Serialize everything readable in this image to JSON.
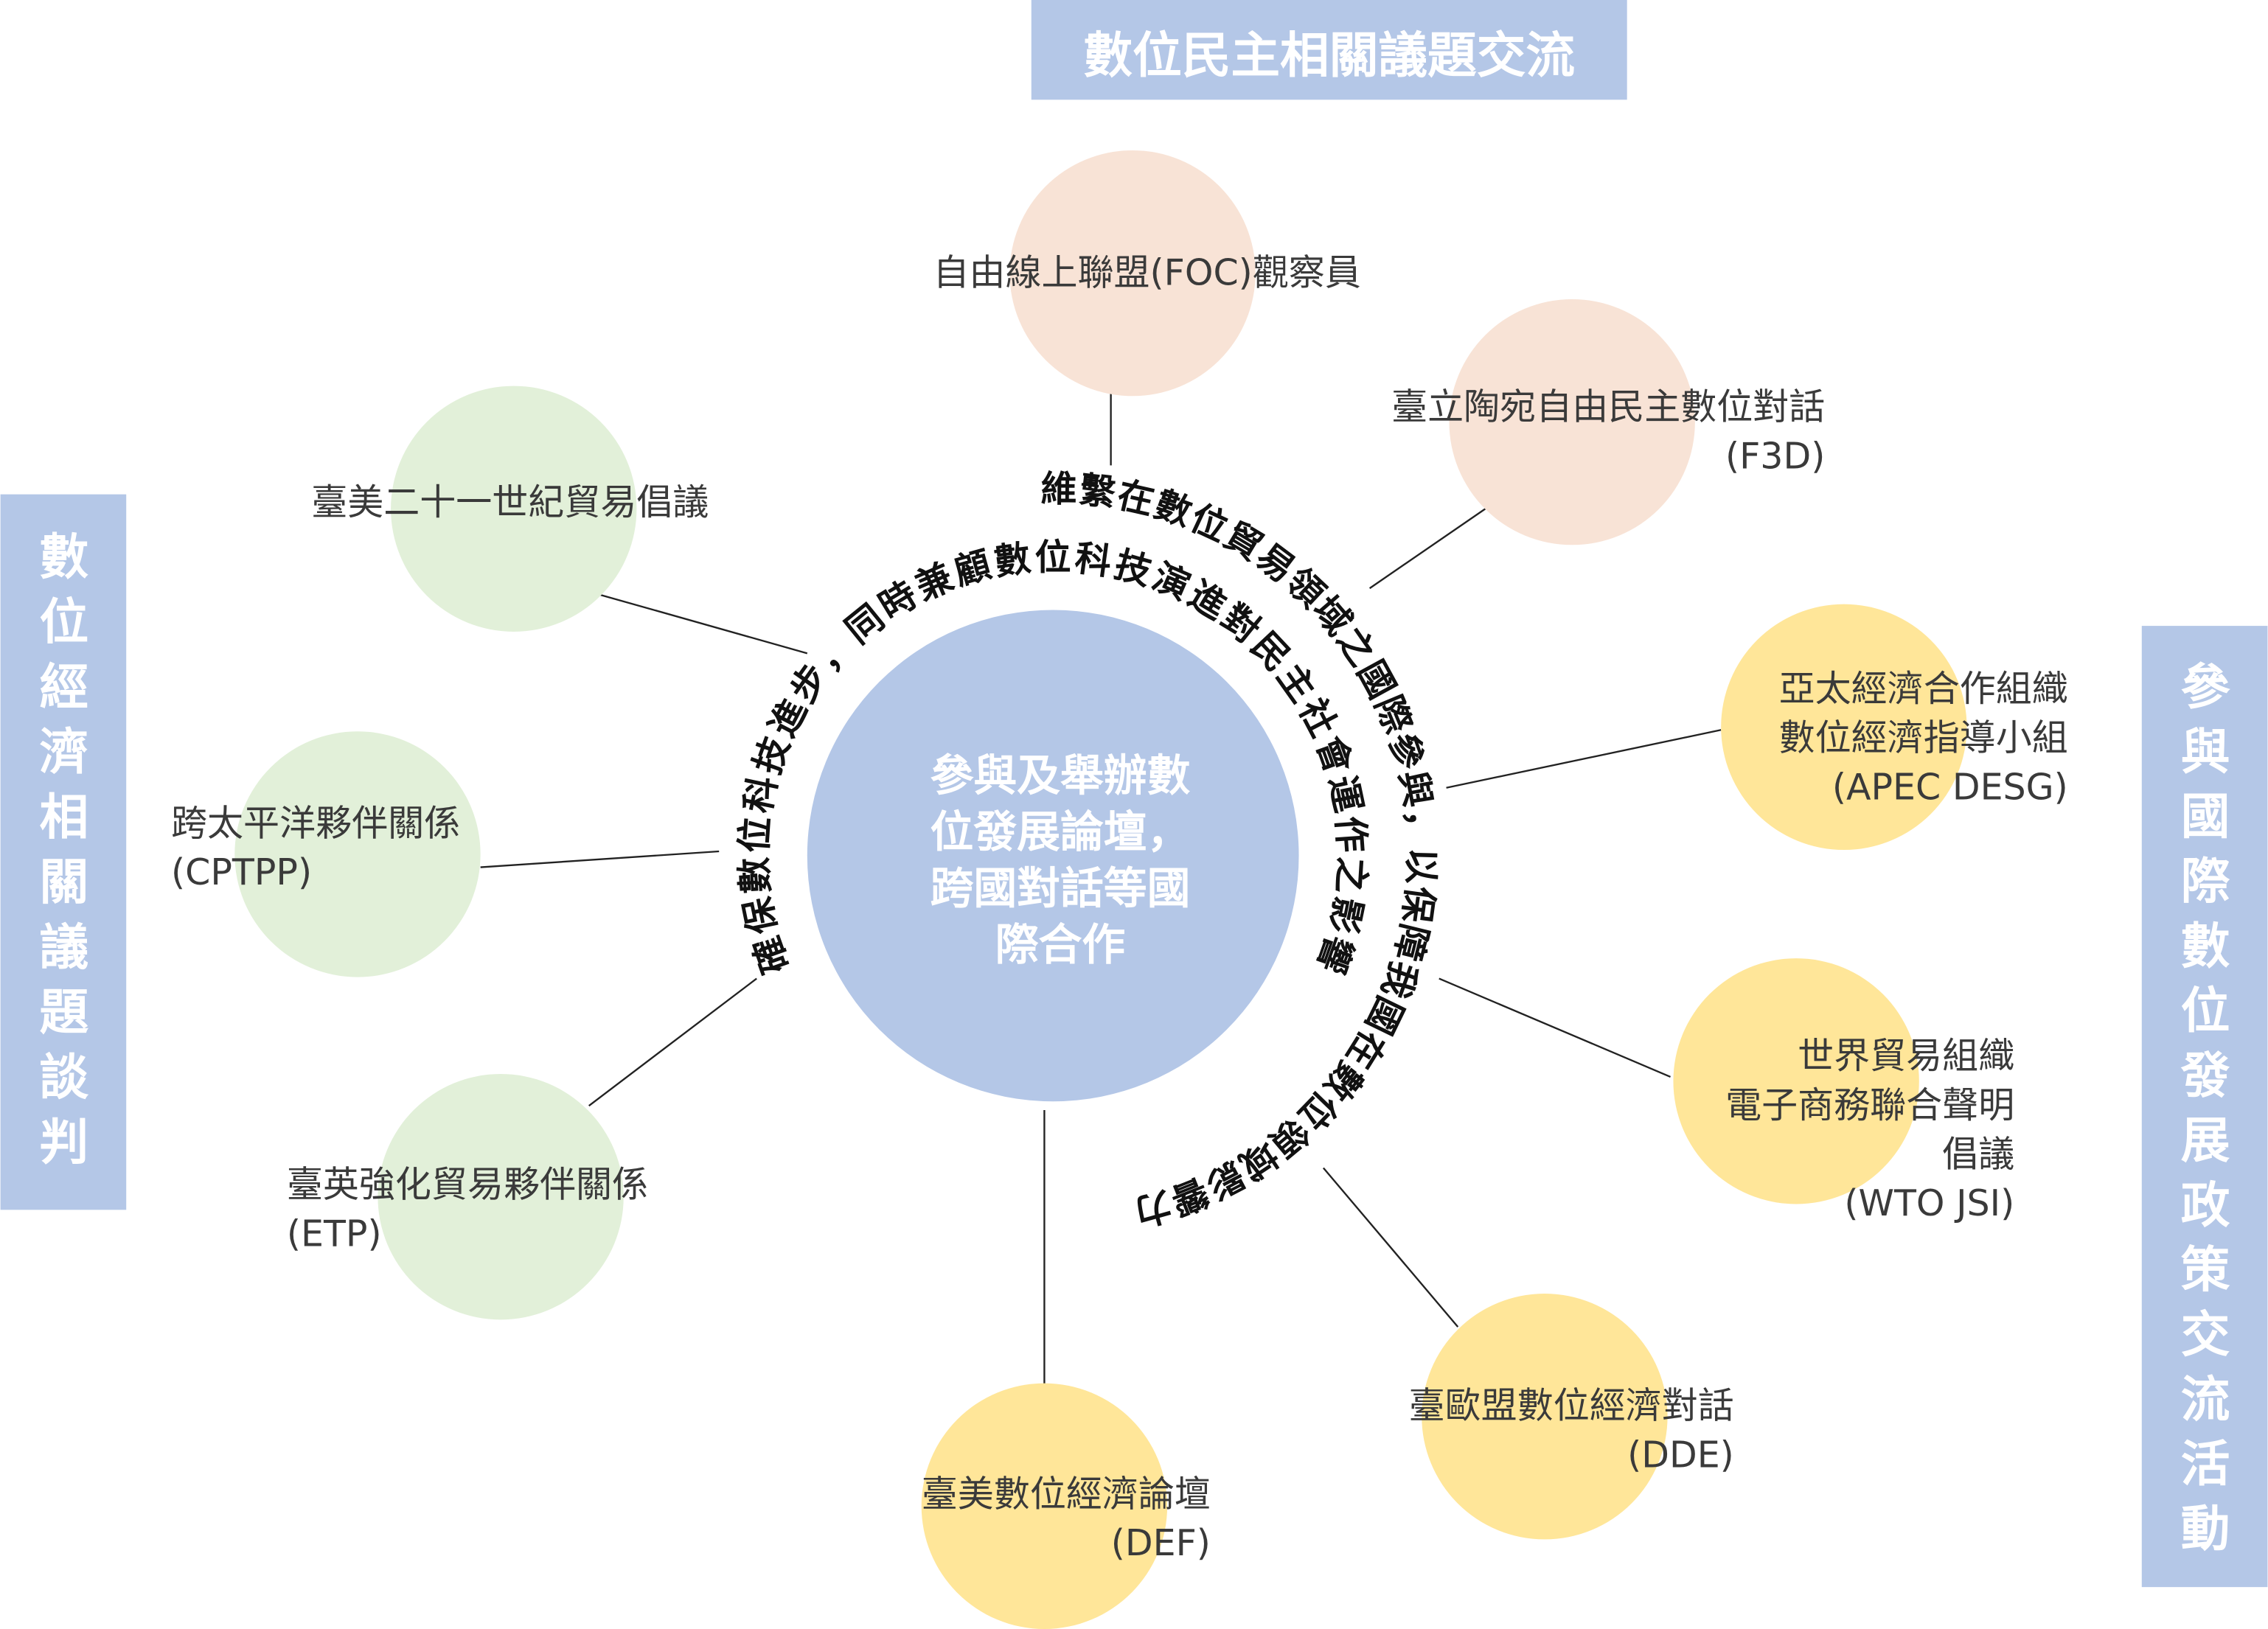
{
  "colors": {
    "blue": "#b4c7e7",
    "peach": "#f8e3d6",
    "green": "#e2f0d9",
    "yellow": "#ffe699"
  },
  "top_box": "數位民主相關議題交流",
  "left_box": [
    "數",
    "位",
    "經",
    "濟",
    "相",
    "關",
    "議",
    "題",
    "談",
    "判"
  ],
  "right_box": [
    "參",
    "與",
    "國",
    "際",
    "數",
    "位",
    "發",
    "展",
    "政",
    "策",
    "交",
    "流",
    "活",
    "動"
  ],
  "center": [
    "參與及舉辦數",
    "位發展論壇，",
    "跨國對話等國",
    "際合作"
  ],
  "inner_arc": "確保數位科技進步，同時兼顧數位科技演進對民主社會運作之影響",
  "outer_arc": "維繫在數位貿易領域之國際參與，以保障我國在數位領域影響力",
  "nodes": {
    "foc": [
      "自由線上聯盟(FOC)觀察員"
    ],
    "f3d": [
      "臺立陶宛自由民主數位對話",
      "(F3D)"
    ],
    "apec": [
      "亞太經濟合作組織",
      "數位經濟指導小組",
      "(APEC DESG)"
    ],
    "wto": [
      "世界貿易組織",
      "電子商務聯合聲明",
      "倡議",
      "(WTO JSI)"
    ],
    "dde": [
      "臺歐盟數位經濟對話",
      "(DDE)"
    ],
    "def": [
      "臺美數位經濟論壇",
      "(DEF)"
    ],
    "etp": [
      "臺英強化貿易夥伴關係",
      "(ETP)"
    ],
    "cptpp": [
      "跨太平洋夥伴關係",
      "(CPTPP)"
    ],
    "usti": [
      "臺美二十一世紀貿易倡議"
    ]
  }
}
